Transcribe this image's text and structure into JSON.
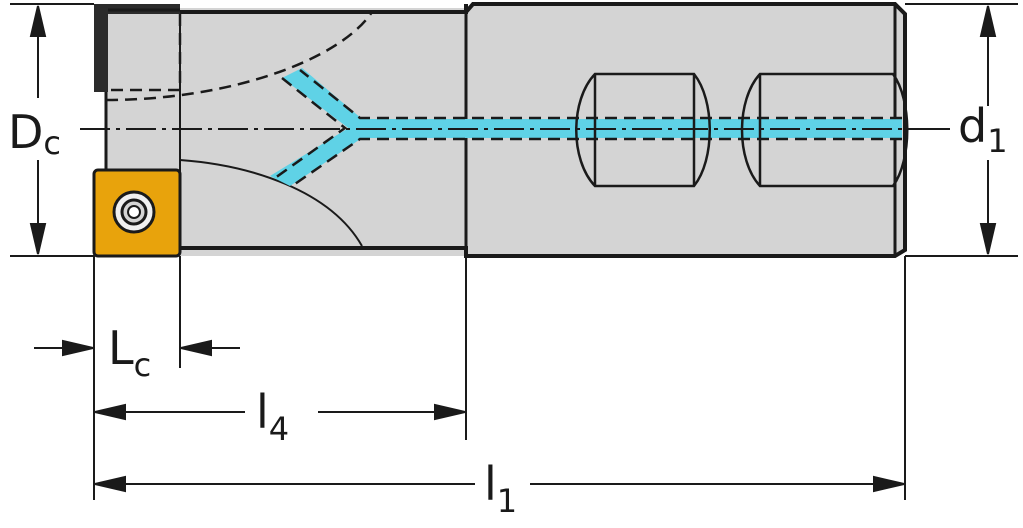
{
  "labels": {
    "dc": {
      "main": "D",
      "sub": "c"
    },
    "d1": {
      "main": "d",
      "sub": "1"
    },
    "lc": {
      "main": "L",
      "sub": "c"
    },
    "l4": {
      "main": "l",
      "sub": "4"
    },
    "l1": {
      "main": "l",
      "sub": "1"
    }
  },
  "colors": {
    "body": "#d4d4d4",
    "outline": "#1a1a1a",
    "coolant": "#5fd2e6",
    "insert": "#e8a30c",
    "background": "#ffffff"
  }
}
